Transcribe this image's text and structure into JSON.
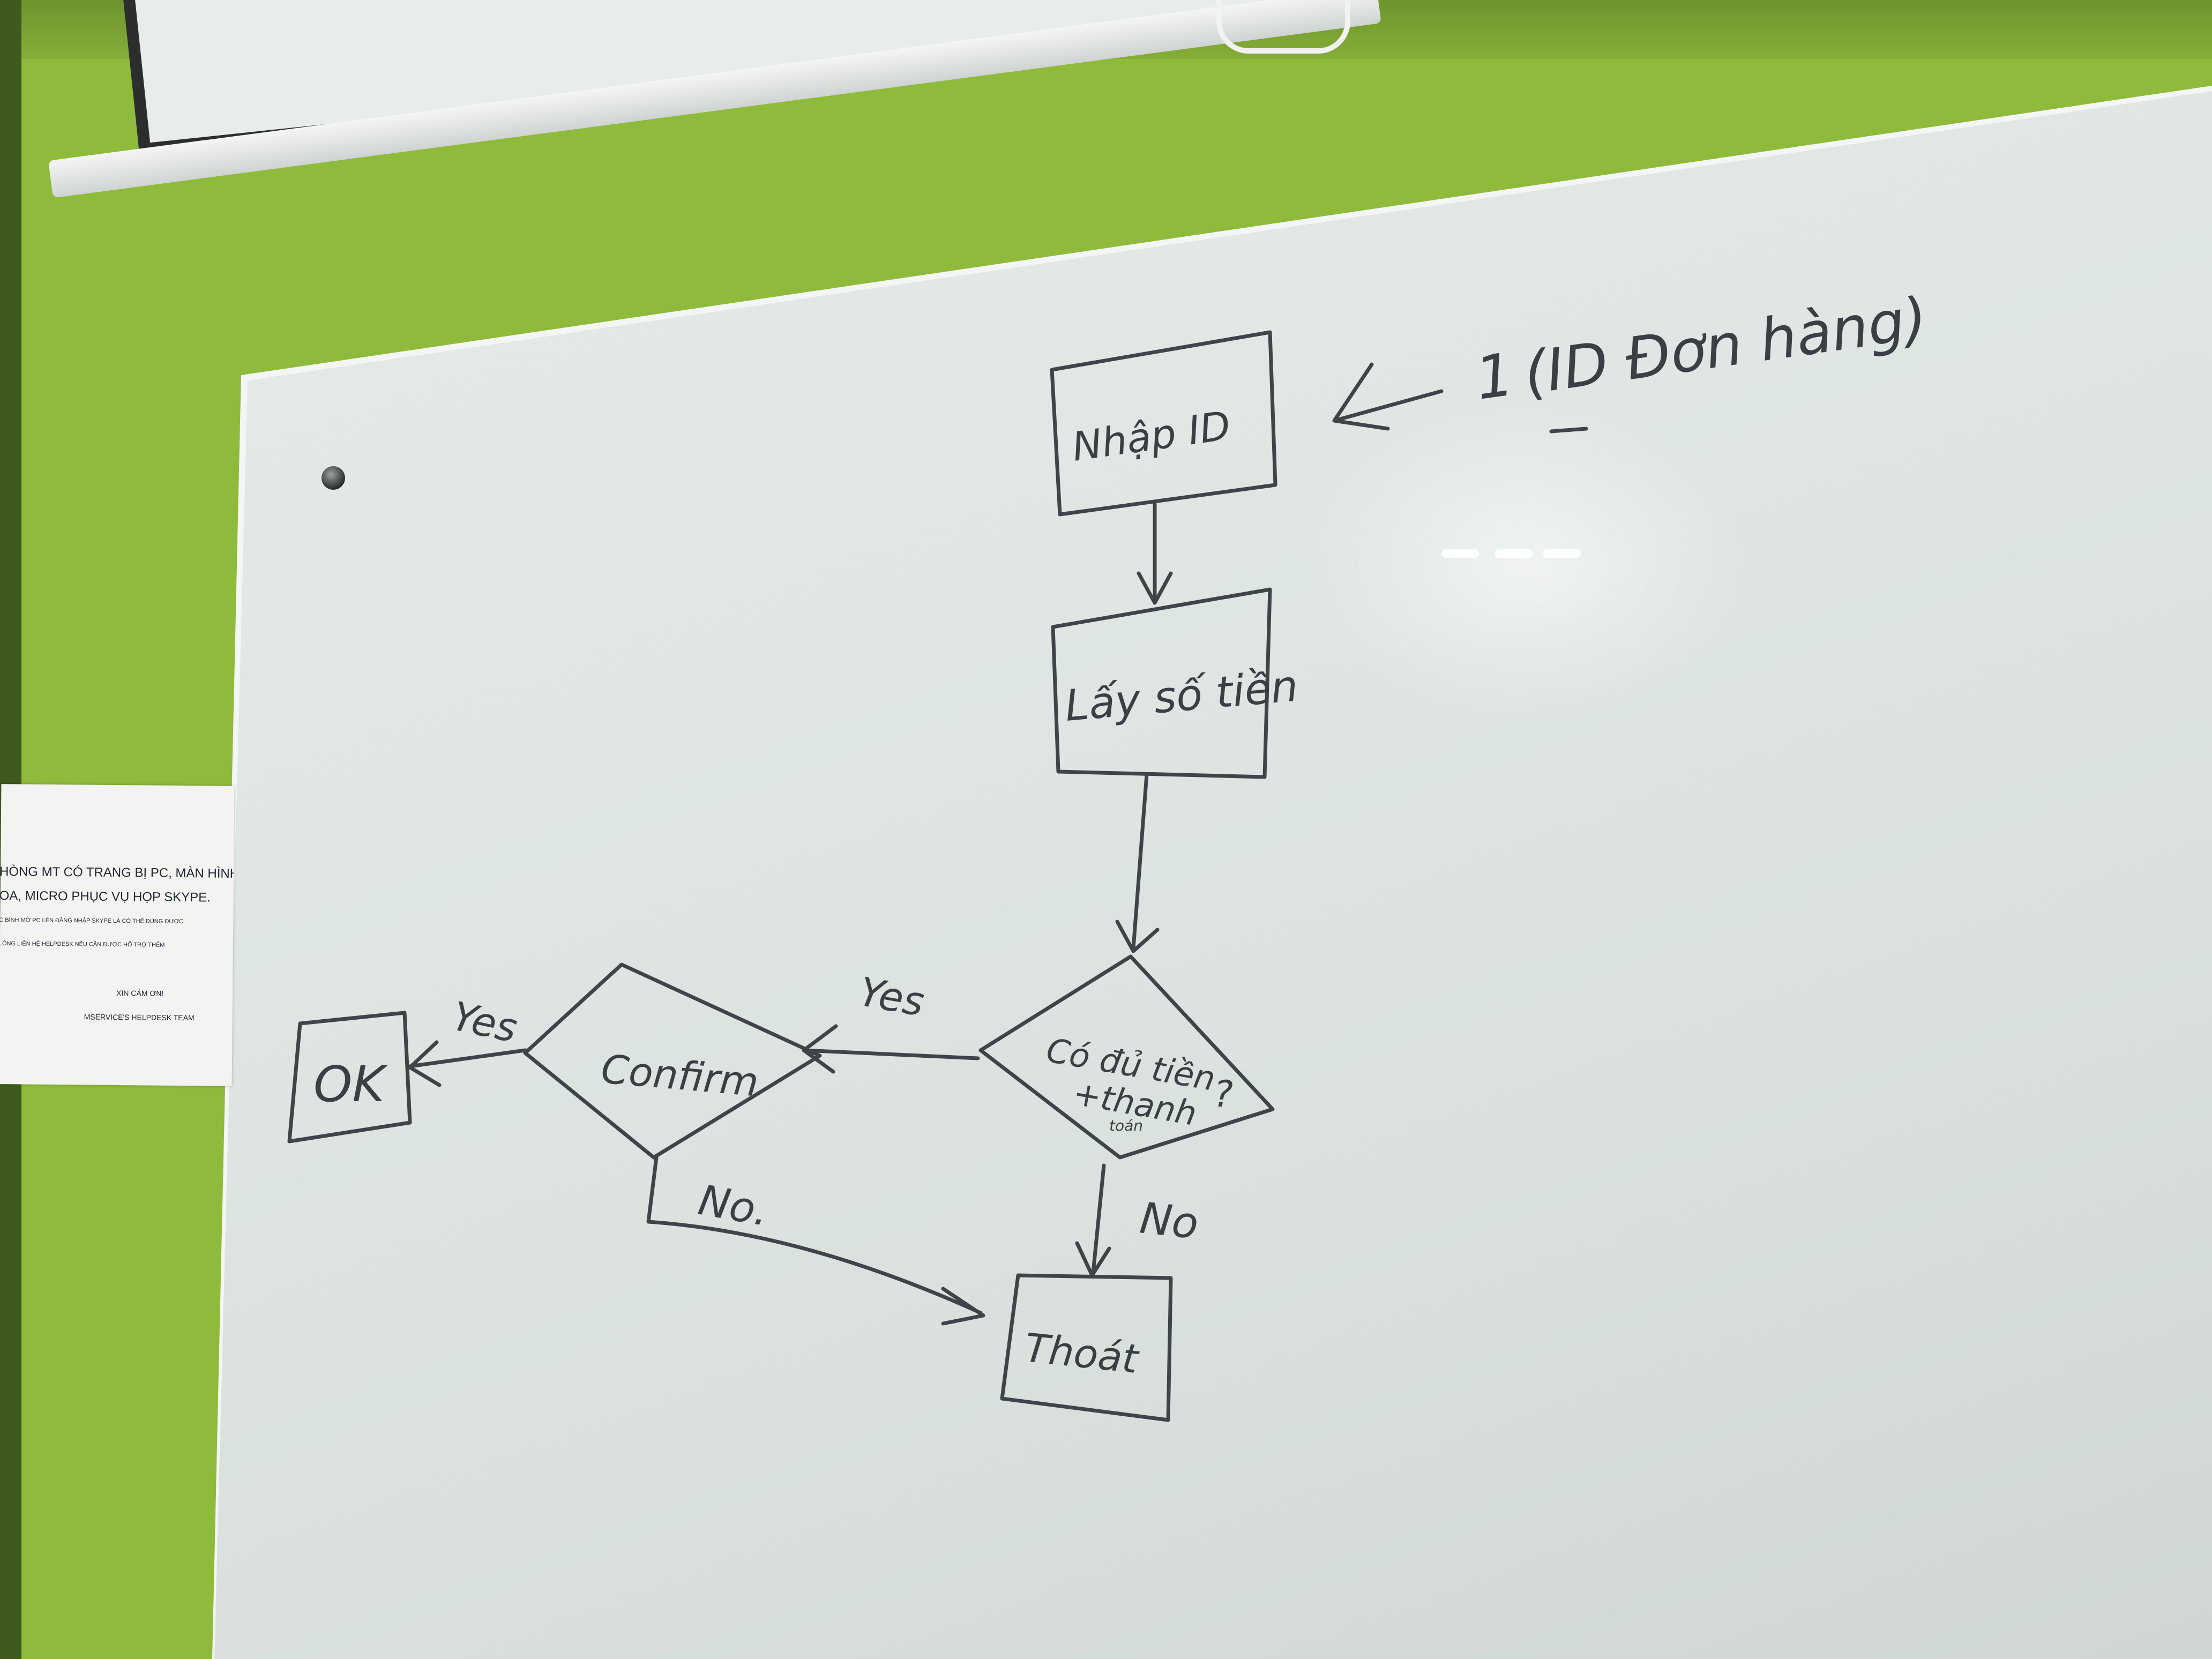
{
  "whiteboard": {
    "node_input": "Nhập ID",
    "annotation_number": "1",
    "annotation_text": "(ID Đơn hàng)",
    "node_get_amount": "Lấy số tiền",
    "decision_enough_money_l1": "Có đủ tiền",
    "decision_enough_money_l2": "+thanh",
    "decision_enough_money_l3": "toán",
    "decision_enough_money_q": "?",
    "decision_confirm": "Confirm",
    "node_ok": "OK",
    "node_exit": "Thoát",
    "edge_yes_1": "Yes",
    "edge_yes_2": "Yes",
    "edge_no_1": "No.",
    "edge_no_2": "No"
  },
  "notice": {
    "line1": "HÒNG MT CÓ TRANG BỊ PC, MÀN HÌNH",
    "line2": "OA, MICRO PHỤC VỤ HỌP SKYPE.",
    "line3": "C BÌNH MỞ PC LÊN ĐĂNG NHẬP SKYPE LÀ CÓ THỂ DÙNG ĐƯỢC",
    "line4": "LÒNG LIÊN HỆ HELPDESK NẾU CẦN ĐƯỢC HỖ TRỢ THÊM",
    "line5": "XIN CÁM ƠN!",
    "line6": "MSERVICE'S HELPDESK TEAM"
  }
}
